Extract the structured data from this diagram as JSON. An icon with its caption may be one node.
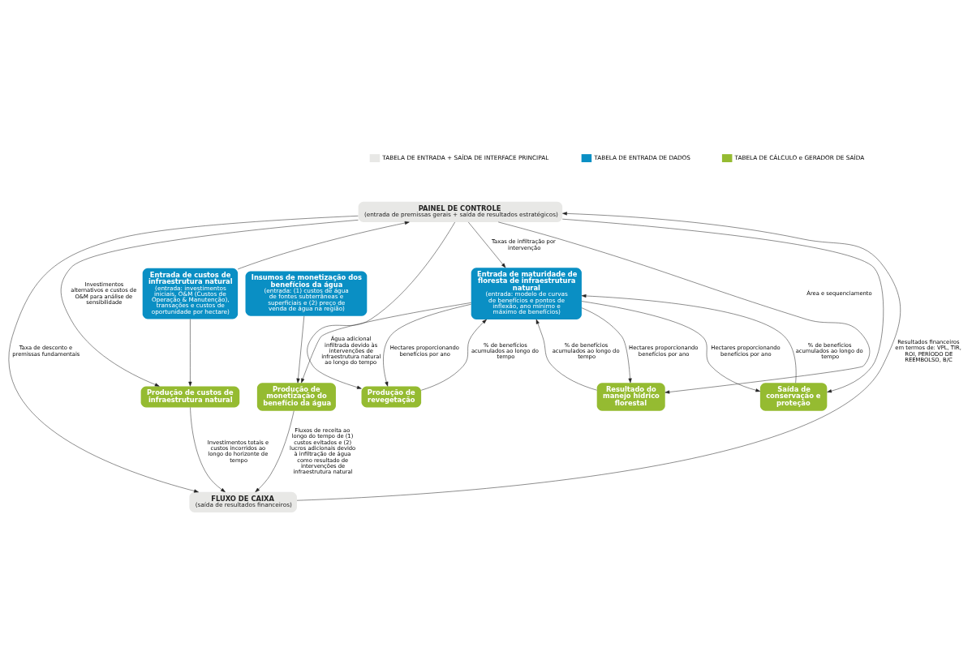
{
  "diagram": {
    "nodes": [
      {
        "text": [
          "PAINEL DE CONTROLE",
          "(entrada de premissas gerais + saída de resultados estratégicos)"
        ]
      },
      {
        "text": [
          "Entrada de custos de infraestrutura natural",
          "(entrada: investimentos iniciais, O&M (Custos de Operação & Manutenção), transações e custos de oportunidade por hectare)"
        ]
      },
      {
        "text": [
          "Insumos de monetização dos benefícios da água",
          "(entrada: (1) custos de água de fontes subterrâneas e superficiais e (2) preço de venda de água na região)"
        ]
      },
      {
        "text": [
          "Entrada de maturidade de floresta de infraestrutura natural",
          "(entrada: modelo de curvas de benefícios e pontos de inflexão, ano mínimo e máximo de benefícios)"
        ]
      },
      {
        "text": [
          "Produção de revegetação"
        ]
      },
      {
        "text": [
          "Produção de custos de infraestrutura natural"
        ]
      },
      {
        "text": [
          "Produção de monetização do benefício da água"
        ]
      },
      {
        "text": [
          "Resultado do manejo hídrico florestal"
        ]
      },
      {
        "text": [
          "Saída de conservação e proteção"
        ]
      },
      {
        "text": [
          "FLUXO DE CAIXA",
          "(saída de resultados financeiros)"
        ]
      }
    ],
    "edges": [
      {
        "from": 1,
        "to": 0,
        "arrow": "to"
      },
      {
        "from": 0,
        "to": 3,
        "arrow": "to",
        "label": "Taxas de infiltração por intervenção"
      },
      {
        "from": 4,
        "to": 3,
        "arrow": "to",
        "label": "% de benefícios acumulados ao longo do tempo"
      },
      {
        "from": 3,
        "to": 4,
        "arrow": "to",
        "label": "Hectares proporcionando benefícios por ano"
      },
      {
        "from": 7,
        "to": 3,
        "arrow": "to",
        "label": "% de benefícios acumulados ao longo do tempo"
      },
      {
        "from": 3,
        "to": 7,
        "arrow": "to",
        "label": "Hectares proporcionando benefícios por ano"
      },
      {
        "from": 8,
        "to": 3,
        "arrow": "to",
        "label": "% de benefícios acumulados ao longo do tempo"
      },
      {
        "from": 3,
        "to": 8,
        "arrow": "to",
        "label": "Hectares proporcionando benefícios por ano"
      },
      {
        "from": 1,
        "to": 5,
        "arrow": "to"
      },
      {
        "from": 2,
        "to": 6,
        "arrow": "to"
      },
      {
        "from": 3,
        "to": 6,
        "arrow": "to",
        "label": "Água adicional infiltrada devido às intervenções de infraestrutura natural ao longo do tempo"
      },
      {
        "from": 5,
        "to": 9,
        "arrow": "to",
        "label": "Investimentos totais e custos incorridos ao longo do horizonte de tempo"
      },
      {
        "from": 6,
        "to": 9,
        "arrow": "to",
        "label": "Fluxos de receita ao longo do tempo de (1) custos evitados e (2) lucros adicionais devido à infiltração de água como resultado de intervenções de infraestrutura natural"
      },
      {
        "from": 9,
        "to": 0,
        "arrow": "to",
        "label": "Resultados financeiros em termos de: VPL, TIR, ROI, PERÍODO DE REEMBOLSO, B/C"
      },
      {
        "from": 0,
        "to": 5,
        "arrow": "to",
        "label": "Investimentos alternativos e custos de O&M para análise de sensibilidade"
      },
      {
        "from": 0,
        "to": 9,
        "arrow": "to",
        "label": "Taxa de desconto e premissas fundamentais"
      },
      {
        "from": 0,
        "to": 4,
        "arrow": "to"
      },
      {
        "from": 0,
        "to": 7,
        "arrow": "to",
        "label": "Área e sequenciamento"
      },
      {
        "from": 0,
        "to": 8,
        "arrow": "to"
      }
    ],
    "legend": [
      {
        "text": "TABELA DE ENTRADA + SAÍDA DE INTERFACE PRINCIPAL",
        "color": "#e8e8e6"
      },
      {
        "text": "TABELA DE ENTRADA DE DADOS",
        "color": "#0a8fc4"
      },
      {
        "text": "TABELA DE CÁLCULO e GERADOR DE SAÍDA",
        "color": "#95bb31"
      }
    ]
  }
}
